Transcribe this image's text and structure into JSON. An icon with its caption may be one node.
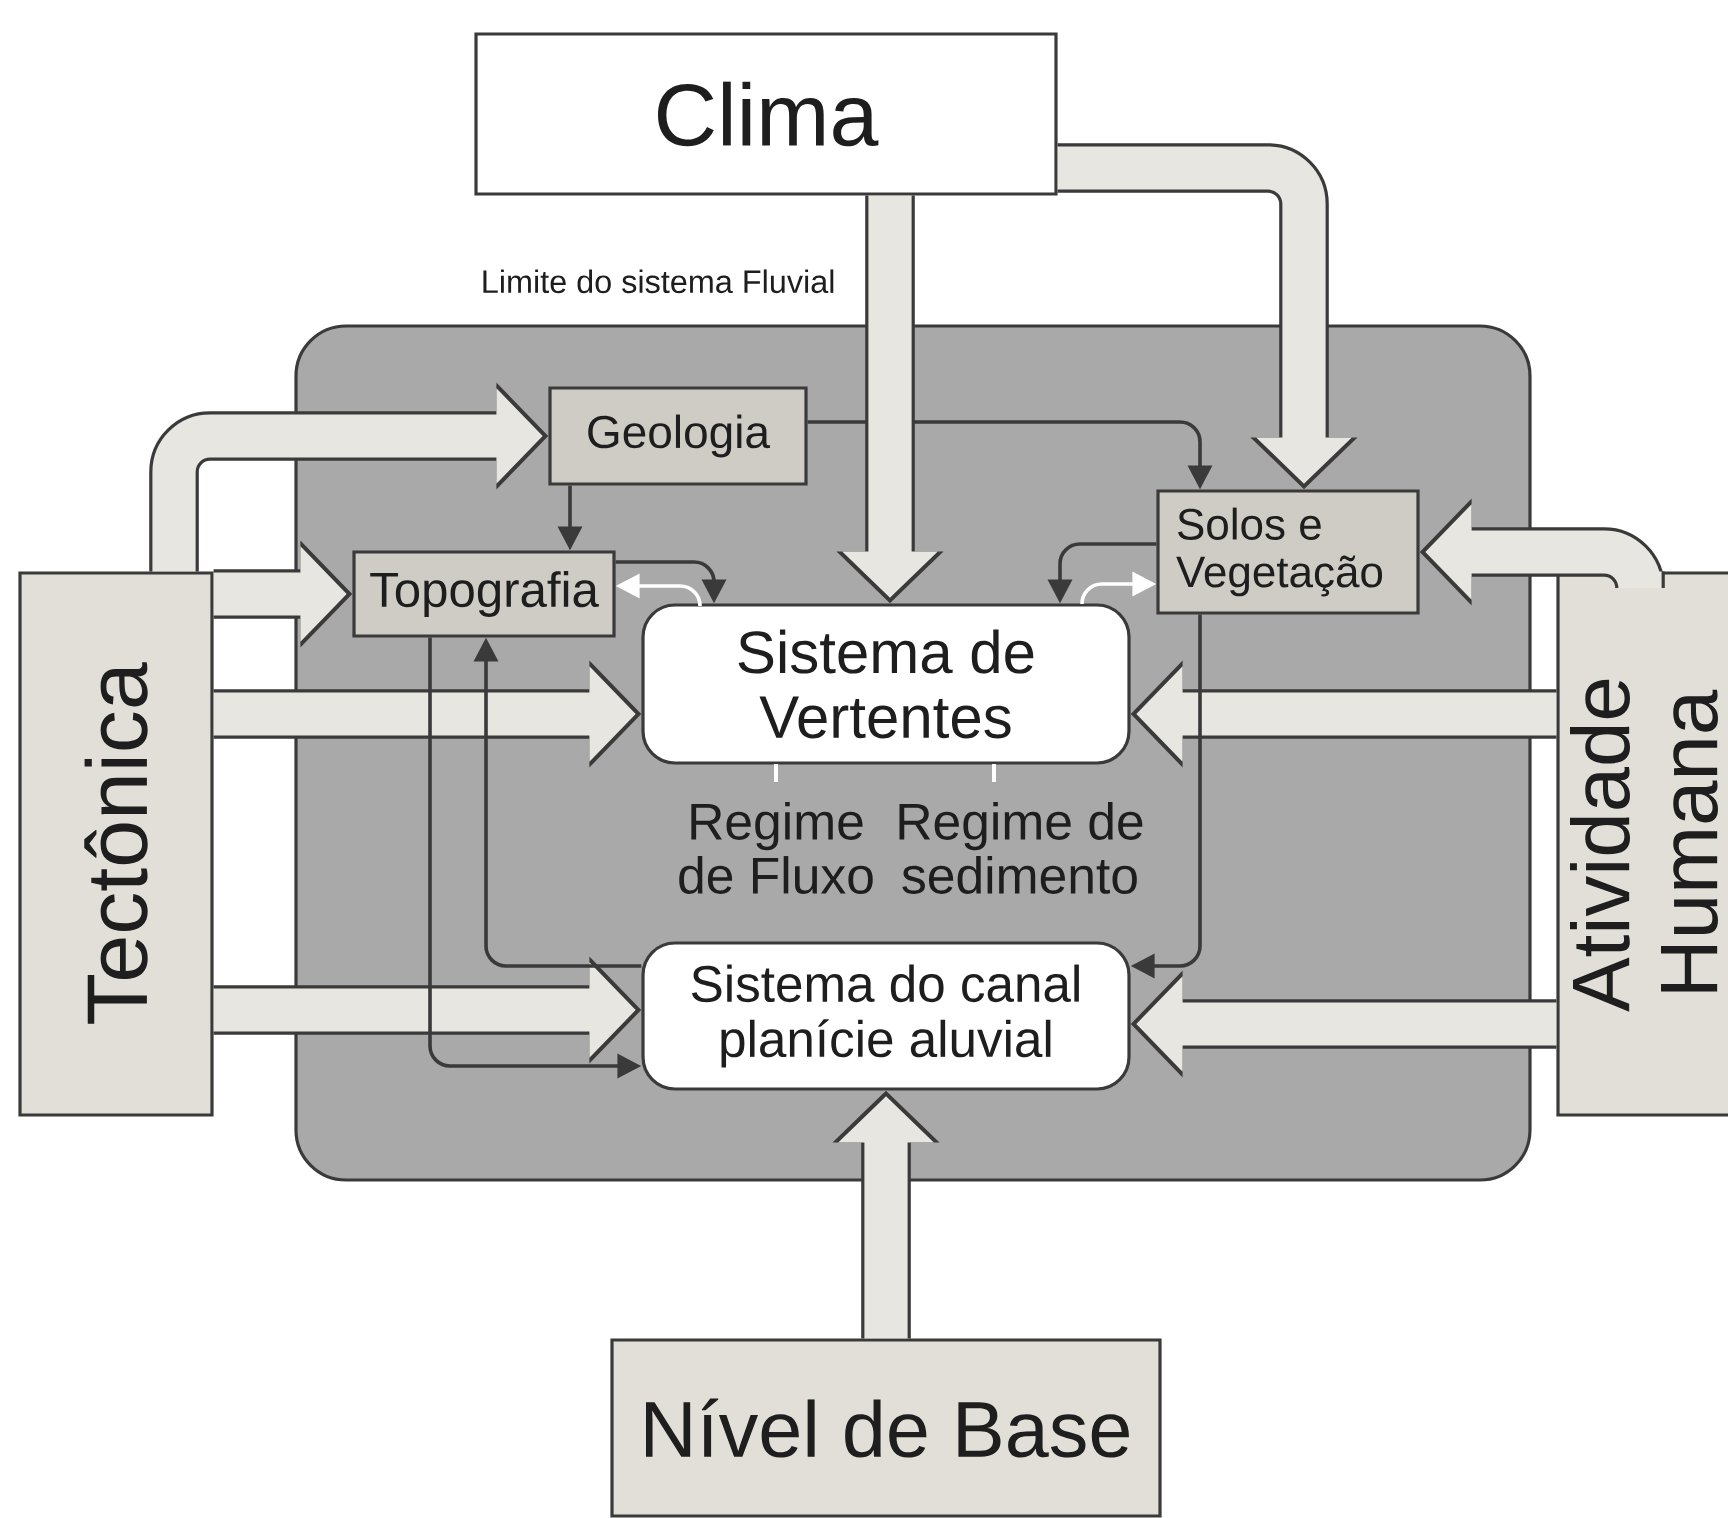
{
  "diagram": {
    "nodes": [
      {
        "text": [
          "Clima"
        ]
      },
      {
        "text": [
          "Limite do sistema Fluvial"
        ]
      },
      {
        "text": [
          "Geologia"
        ],
        "in": 1
      },
      {
        "text": [
          "Topografia"
        ],
        "in": 1
      },
      {
        "text": [
          "Solos e Vegetação"
        ],
        "in": 1
      },
      {
        "text": [
          "Sistema de Vertentes"
        ],
        "in": 1
      },
      {
        "text": [
          "Sistema do canal planície aluvial"
        ],
        "in": 1
      },
      {
        "text": [
          "Tectônica"
        ]
      },
      {
        "text": [
          "Atividade Humana"
        ]
      },
      {
        "text": [
          "Nível de Base"
        ]
      }
    ],
    "edges": [
      {
        "from": 0,
        "to": 5,
        "arrow": "to"
      },
      {
        "from": 0,
        "to": 4,
        "arrow": "to"
      },
      {
        "from": 7,
        "to": 2,
        "arrow": "to"
      },
      {
        "from": 7,
        "to": 3,
        "arrow": "to"
      },
      {
        "from": 7,
        "to": 5,
        "arrow": "to"
      },
      {
        "from": 7,
        "to": 6,
        "arrow": "to"
      },
      {
        "from": 8,
        "to": 4,
        "arrow": "to"
      },
      {
        "from": 8,
        "to": 5,
        "arrow": "to"
      },
      {
        "from": 8,
        "to": 6,
        "arrow": "to"
      },
      {
        "from": 9,
        "to": 6,
        "arrow": "to"
      },
      {
        "from": 2,
        "to": 4,
        "arrow": "to",
        "color": "#3a3a3a"
      },
      {
        "from": 2,
        "to": 3,
        "arrow": "to",
        "color": "#3a3a3a"
      },
      {
        "from": 3,
        "to": 5,
        "arrow": "to",
        "color": "#3a3a3a"
      },
      {
        "from": 5,
        "to": 3,
        "arrow": "to",
        "color": "#ffffff"
      },
      {
        "from": 4,
        "to": 5,
        "arrow": "to",
        "color": "#3a3a3a"
      },
      {
        "from": 5,
        "to": 4,
        "arrow": "to",
        "color": "#ffffff"
      },
      {
        "from": 6,
        "to": 3,
        "arrow": "to",
        "color": "#3a3a3a"
      },
      {
        "from": 3,
        "to": 6,
        "arrow": "to",
        "color": "#3a3a3a"
      },
      {
        "from": 4,
        "to": 6,
        "arrow": "to",
        "color": "#3a3a3a"
      }
    ],
    "labels": [
      "Regime de Fluxo",
      "Regime de sedimento"
    ]
  }
}
